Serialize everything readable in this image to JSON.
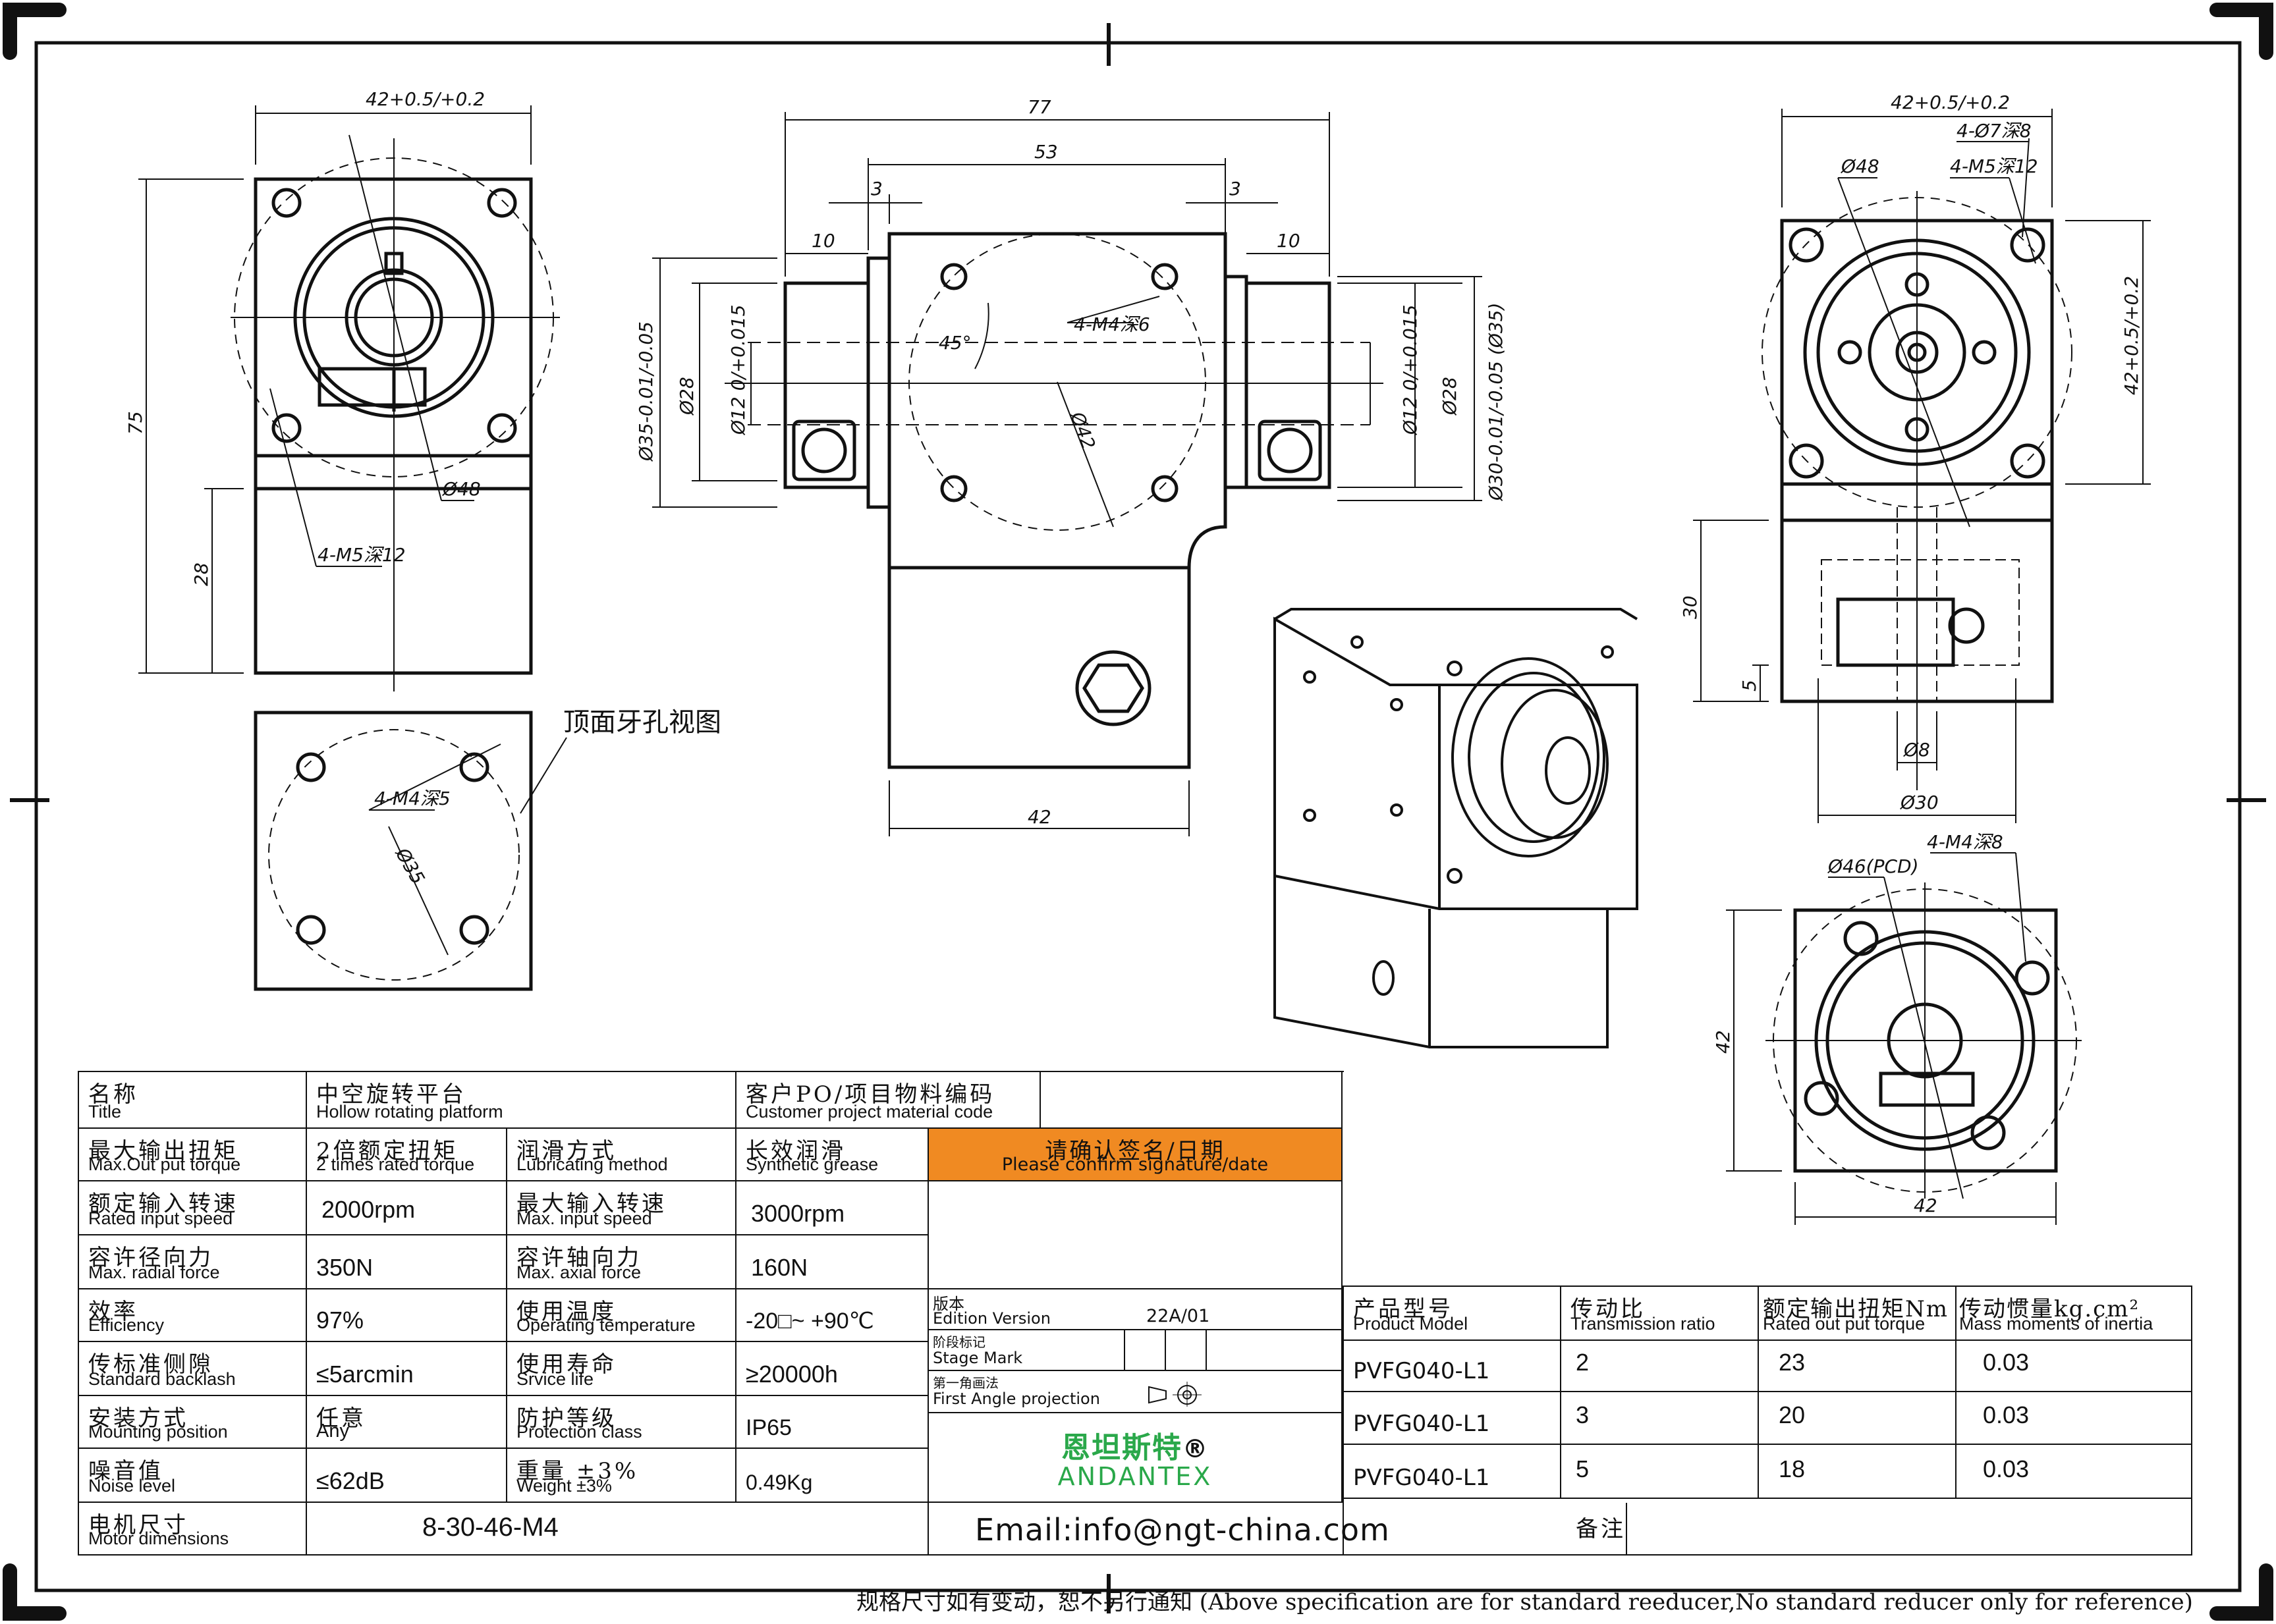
{
  "drawing": {
    "top_view_label": "顶面牙孔视图",
    "dims": {
      "d42_05_left": "42+0.5/+0.2",
      "d75": "75",
      "d28": "28",
      "d48_left": "Ø48",
      "m5_left": "4-M5深12",
      "m4_5": "4-M4深5",
      "d35": "Ø35",
      "d77": "77",
      "d53": "53",
      "d3a": "3",
      "d3b": "3",
      "d10a": "10",
      "d10b": "10",
      "m4_6": "4-M4深6",
      "a45": "45°",
      "d42_front": "Ø42",
      "d35_shaft": "Ø35-0.01/-0.05",
      "d28_a": "Ø28",
      "d12_a": "Ø12 0/+0.015",
      "d12_b": "Ø12 0/+0.015",
      "d28_b": "Ø28",
      "d30_shaft": "Ø30-0.01/-0.05 (Ø35)",
      "d42_bottom": "42",
      "d42_05_right": "42+0.5/+0.2",
      "d7_8": "4-Ø7深8",
      "m5_right": "4-M5深12",
      "d48_right": "Ø48",
      "d42_side": "42+0.5/+0.2",
      "d30_h": "30",
      "d5": "5",
      "d8": "Ø8",
      "d30_w": "Ø30",
      "pcd": "Ø46(PCD)",
      "m4_8": "4-M4深8",
      "d42_v": "42",
      "d42_h": "42"
    }
  },
  "specs": {
    "title": {
      "zh": "名称",
      "en": "Title",
      "value_zh": "中空旋转平台",
      "value_en": "Hollow rotating platform"
    },
    "customer": {
      "zh": "客户PO/项目物料编码",
      "en": "Customer project material code"
    },
    "max_out_torque": {
      "zh": "最大输出扭矩",
      "en": "Max.Out put torque",
      "value_zh": "2倍额定扭矩",
      "value_en": "2 times rated torque"
    },
    "lubrication": {
      "zh": "润滑方式",
      "en": "Lubricating method",
      "value_zh": "长效润滑",
      "value_en": "Synthetic grease"
    },
    "confirm": {
      "zh": "请确认签名/日期",
      "en": "Please confirm signature/date"
    },
    "rated_input_speed": {
      "zh": "额定输入转速",
      "en": "Rated input speed",
      "value": "2000rpm"
    },
    "max_input_speed": {
      "zh": "最大输入转速",
      "en": "Max. input speed",
      "value": "3000rpm"
    },
    "radial_force": {
      "zh": "容许径向力",
      "en": "Max. radial force",
      "value": "350N"
    },
    "axial_force": {
      "zh": "容许轴向力",
      "en": "Max. axial force",
      "value": "160N"
    },
    "efficiency": {
      "zh": "效率",
      "en": "Efficiency",
      "value": "97%"
    },
    "temperature": {
      "zh": "使用温度",
      "en": "Operating temperature",
      "value": "-20□~ +90℃"
    },
    "backlash": {
      "zh": "传标准侧隙",
      "en": "Standard backlash",
      "value": "≤5arcmin"
    },
    "life": {
      "zh": "使用寿命",
      "en": "Srvice life",
      "value": "≥20000h"
    },
    "mounting": {
      "zh": "安装方式",
      "en": "Mounting position",
      "value_zh": "任意",
      "value_en": "Any"
    },
    "protection": {
      "zh": "防护等级",
      "en": "Protection class",
      "value": "IP65"
    },
    "noise": {
      "zh": "噪音值",
      "en": "Noise level",
      "value": "≤62dB"
    },
    "weight": {
      "zh": "重量 ±3%",
      "en": "Weight ±3%",
      "value": "0.49Kg"
    },
    "motor": {
      "zh": "电机尺寸",
      "en": "Motor dimensions",
      "value": "8-30-46-M4"
    },
    "edition": {
      "zh": "版本",
      "en": "Edition Version",
      "value": "22A/01"
    },
    "stage": {
      "zh": "阶段标记",
      "en": "Stage Mark"
    },
    "projection": {
      "zh": "第一角画法",
      "en": "First Angle projection"
    }
  },
  "brand": {
    "zh": "恩坦斯特",
    "en": "ANDANTEX",
    "reg": "®",
    "color": "#2aa84a"
  },
  "email": "Email:info@ngt-china.com",
  "remarks_label": "备注",
  "model_table": {
    "headers": [
      {
        "zh": "产品型号",
        "en": "Product Model"
      },
      {
        "zh": "传动比",
        "en": "Transmission ratio"
      },
      {
        "zh": "额定输出扭矩Nm",
        "en": "Rated out put torque"
      },
      {
        "zh": "传动惯量kg.cm²",
        "en": "Mass moments of inertia"
      }
    ],
    "rows": [
      [
        "PVFG040-L1",
        "2",
        "23",
        "0.03"
      ],
      [
        "PVFG040-L1",
        "3",
        "20",
        "0.03"
      ],
      [
        "PVFG040-L1",
        "5",
        "18",
        "0.03"
      ]
    ]
  },
  "footer": "规格尺寸如有变动，恕不另行通知  (Above specification are for standard reeducer,No standard reducer only for reference)",
  "colors": {
    "confirm_bg": "#f08a22"
  }
}
